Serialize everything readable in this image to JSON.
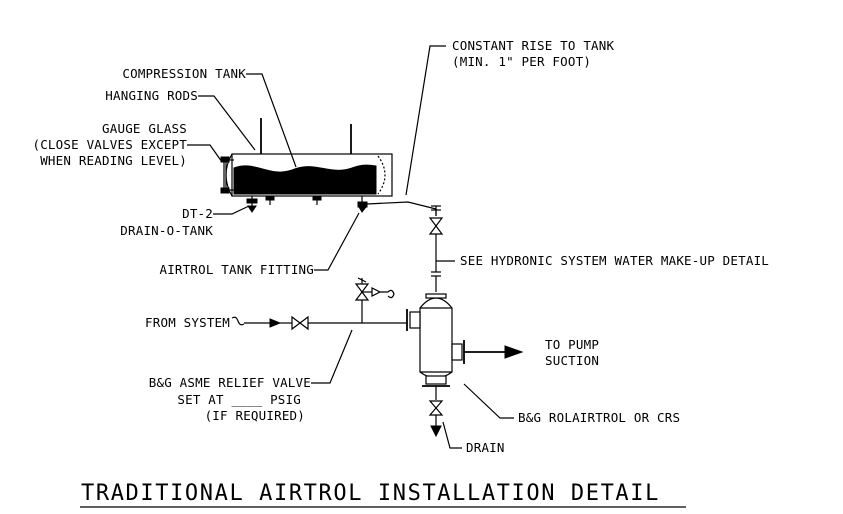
{
  "title": "TRADITIONAL AIRTROL INSTALLATION DETAIL",
  "labels": {
    "compression_tank": "COMPRESSION TANK",
    "hanging_rods": "HANGING RODS",
    "gauge_glass_1": "GAUGE GLASS",
    "gauge_glass_2": "(CLOSE VALVES EXCEPT",
    "gauge_glass_3": "WHEN READING LEVEL)",
    "dt2": "DT-2",
    "drain_o_tank": "DRAIN-O-TANK",
    "constant_rise_1": "CONSTANT RISE TO TANK",
    "constant_rise_2": "(MIN. 1\" PER FOOT)",
    "airtrol_fitting": "AIRTROL TANK FITTING",
    "makeup_detail": "SEE HYDRONIC SYSTEM WATER MAKE-UP DETAIL",
    "from_system": "FROM SYSTEM",
    "to_pump_1": "TO PUMP",
    "to_pump_2": "SUCTION",
    "relief_1": "B&G ASME RELIEF VALVE",
    "relief_2": "SET AT ____ PSIG",
    "relief_3": "(IF REQUIRED)",
    "rolairtrol": "B&G ROLAIRTROL OR CRS",
    "drain": "DRAIN"
  }
}
